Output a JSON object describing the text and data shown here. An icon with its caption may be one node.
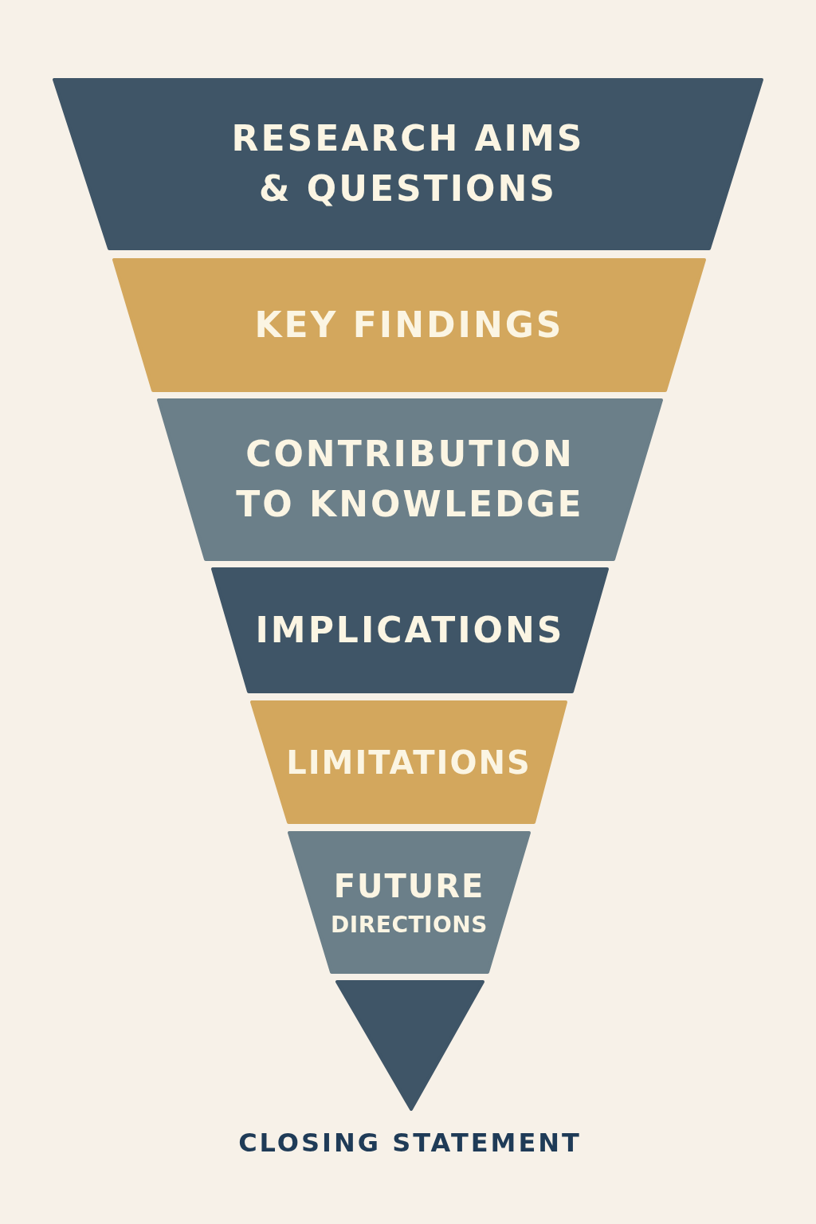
{
  "diagram": {
    "nodes": [
      {
        "text": [
          "RESEARCH AIMS & QUESTIONS"
        ]
      },
      {
        "text": [
          "KEY FINDINGS"
        ]
      },
      {
        "text": [
          "CONTRIBUTION TO KNOWLEDGE"
        ]
      },
      {
        "text": [
          "IMPLICATIONS"
        ]
      },
      {
        "text": [
          "LIMITATIONS"
        ]
      },
      {
        "text": [
          "FUTURE",
          "DIRECTIONS"
        ]
      },
      {
        "text": [
          "CLOSING STATEMENT"
        ]
      }
    ]
  }
}
